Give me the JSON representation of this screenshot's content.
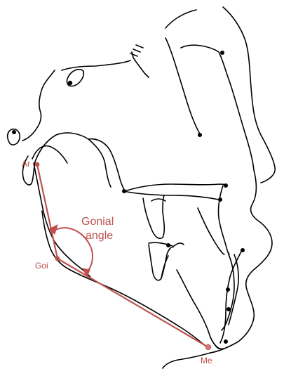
{
  "colors": {
    "trace": "#000000",
    "annotation": "#c0504d",
    "landmark_fill": "#d9767a"
  },
  "landmarks": {
    "articulare": "Ar",
    "gonion": "Goi",
    "menton": "Me"
  },
  "annotation": {
    "line1": "Gonial",
    "line2": "angle"
  }
}
